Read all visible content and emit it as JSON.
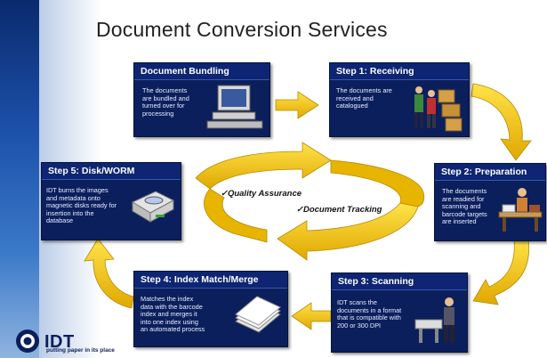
{
  "title": "Document Conversion Services",
  "steps": [
    {
      "key": "bundling",
      "title": "Document Bundling",
      "text": [
        "The documents",
        "are bundled and",
        "turned over for",
        "processing"
      ]
    },
    {
      "key": "receiving",
      "title": "Step 1: Receiving",
      "text": [
        "The documents are",
        "received and",
        "catalogued"
      ]
    },
    {
      "key": "preparation",
      "title": "Step 2: Preparation",
      "text": [
        "The documents",
        "are readied for",
        "scanning and",
        "barcode targets",
        "are inserted"
      ]
    },
    {
      "key": "scanning",
      "title": "Step 3: Scanning",
      "text": [
        "IDT scans the",
        "documents in a format",
        "that is compatible with",
        "200 or 300 DPI"
      ]
    },
    {
      "key": "index",
      "title": "Step 4: Index Match/Merge",
      "text": [
        "Matches the index",
        "data with the barcode",
        "index and merges it",
        "into one index using",
        "an automated process"
      ]
    },
    {
      "key": "disk",
      "title": "Step 5: Disk/WORM",
      "text": [
        "IDT burns the images",
        "and metadata onto",
        "magnetic disks ready for",
        "insertion into the",
        "database"
      ]
    }
  ],
  "center": {
    "quality": "✓Quality Assurance",
    "tracking": "✓Document Tracking"
  },
  "logo": {
    "name": "IDT",
    "tagline": "putting paper in its place"
  },
  "colors": {
    "box": "#0b1f5c",
    "arrow": "#f2c200",
    "arrow_edge": "#b88a00"
  }
}
